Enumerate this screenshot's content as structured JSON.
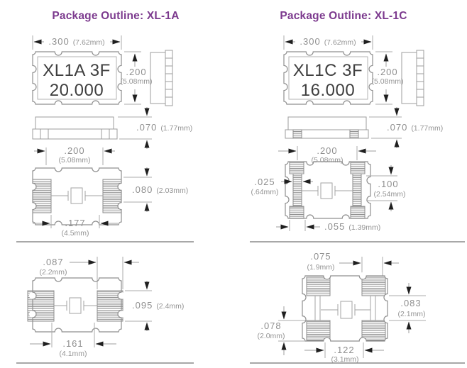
{
  "page": {
    "type": "package-outline-drawings",
    "accent_color": "#7c3a8e",
    "line_color": "#9c9c9c",
    "dim_text_color": "#8f8f8f",
    "part_text_color": "#3f3f3f",
    "arrow_color": "#1f1f1f"
  },
  "columns": [
    {
      "title": "Package Outline: XL-1A",
      "part_marking": {
        "line1": "XL1A 3F",
        "line2": "20.000"
      },
      "top_view": {
        "width_in": ".300",
        "width_mm": "(7.62mm)",
        "height_in": ".200",
        "height_mm": "(5.08mm)"
      },
      "front_view": {
        "height_in": ".070",
        "height_mm": "(1.77mm)"
      },
      "land_pattern_1": {
        "top_in": ".200",
        "top_mm": "(5.08mm)",
        "right_in": ".080",
        "right_mm": "(2.03mm)",
        "bottom_in": ".177",
        "bottom_mm": "(4.5mm)"
      },
      "land_pattern_2": {
        "top_in": ".087",
        "top_mm": "(2.2mm)",
        "right_in": ".095",
        "right_mm": "(2.4mm)",
        "bottom_in": ".161",
        "bottom_mm": "(4.1mm)"
      }
    },
    {
      "title": "Package Outline: XL-1C",
      "part_marking": {
        "line1": "XL1C 3F",
        "line2": "16.000"
      },
      "top_view": {
        "width_in": ".300",
        "width_mm": "(7.62mm)",
        "height_in": ".200",
        "height_mm": "(5.08mm)"
      },
      "front_view": {
        "height_in": ".070",
        "height_mm": "(1.77mm)"
      },
      "land_pattern_1": {
        "top_in": ".200",
        "top_mm": "(5.08mm)",
        "left_in": ".025",
        "left_mm": "(.64mm)",
        "right_in": ".100",
        "right_mm": "(2.54mm)",
        "bottom_in": ".055",
        "bottom_mm": "(1.39mm)"
      },
      "land_pattern_2": {
        "top_in": ".075",
        "top_mm": "(1.9mm)",
        "left_in": ".078",
        "left_mm": "(2.0mm)",
        "right_in": ".083",
        "right_mm": "(2.1mm)",
        "bottom_in": ".122",
        "bottom_mm": "(3.1mm)"
      }
    }
  ]
}
